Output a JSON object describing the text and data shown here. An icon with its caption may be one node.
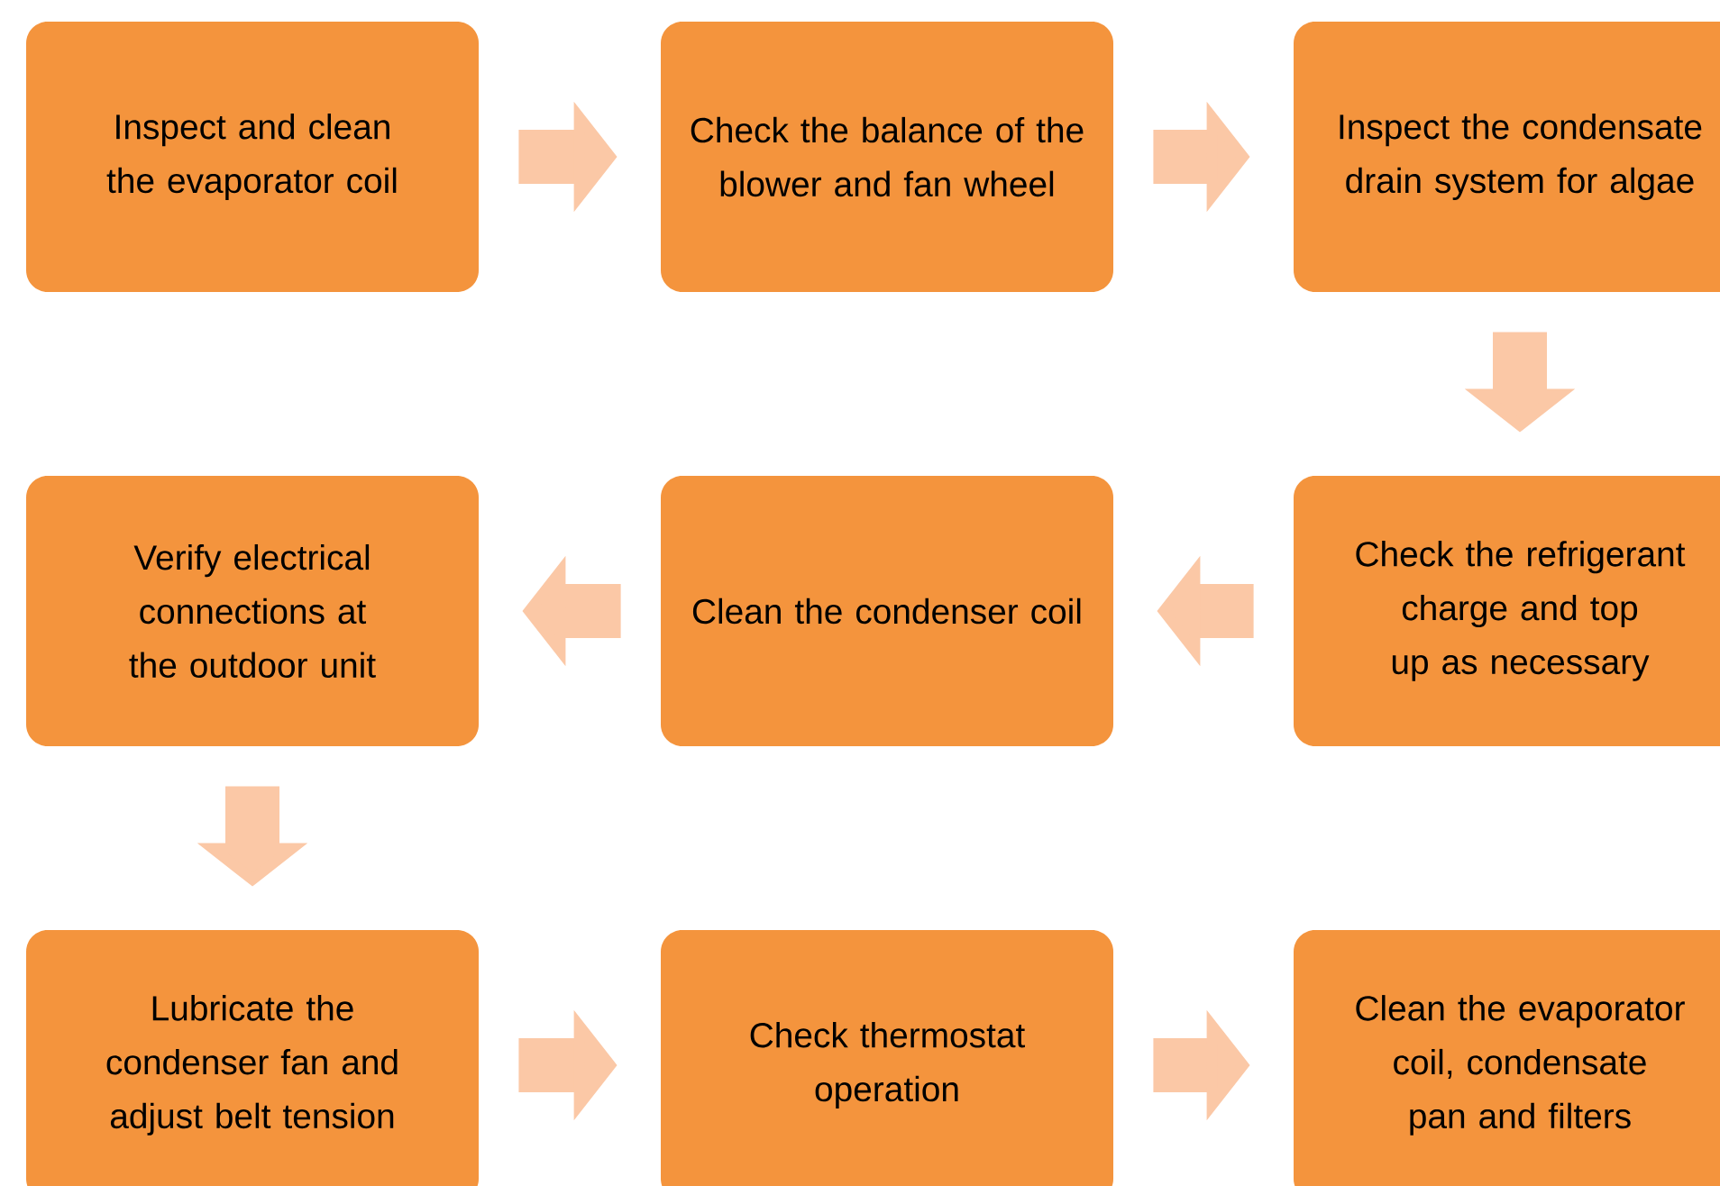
{
  "diagram": {
    "nodes": [
      {
        "text": [
          "Inspect and clean the evaporator coil"
        ]
      },
      {
        "text": [
          "Check the balance of the blower and fan wheel"
        ]
      },
      {
        "text": [
          "Inspect the condensate drain system for algae"
        ]
      },
      {
        "text": [
          "Check the refrigerant charge and top up as necessary"
        ]
      },
      {
        "text": [
          "Clean the condenser coil"
        ]
      },
      {
        "text": [
          "Verify electrical connections at the outdoor unit"
        ]
      },
      {
        "text": [
          "Lubricate the condenser fan and adjust belt tension"
        ]
      },
      {
        "text": [
          "Check thermostat operation"
        ]
      },
      {
        "text": [
          "Clean the evaporator coil, condensate pan and filters"
        ]
      }
    ],
    "edges": [
      {
        "from": 0,
        "to": 1,
        "arrow": "to"
      },
      {
        "from": 1,
        "to": 2,
        "arrow": "to"
      },
      {
        "from": 2,
        "to": 3,
        "arrow": "to"
      },
      {
        "from": 3,
        "to": 4,
        "arrow": "to"
      },
      {
        "from": 4,
        "to": 5,
        "arrow": "to"
      },
      {
        "from": 5,
        "to": 6,
        "arrow": "to"
      },
      {
        "from": 6,
        "to": 7,
        "arrow": "to"
      },
      {
        "from": 7,
        "to": 8,
        "arrow": "to"
      }
    ]
  }
}
